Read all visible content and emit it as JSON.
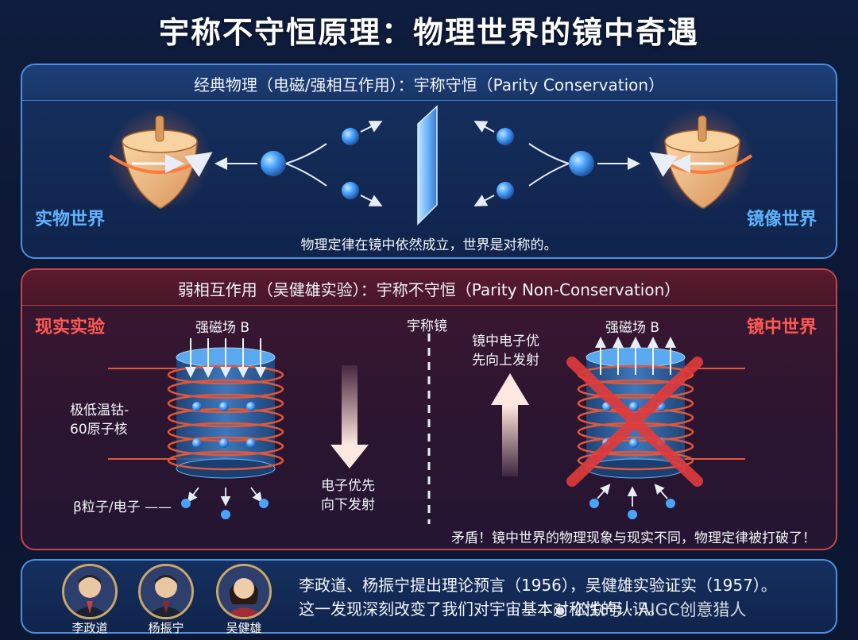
{
  "title": "宇称不守恒原理：物理世界的镜中奇遇",
  "classical": {
    "header": "经典物理（电磁/强相互作用）：宇称守恒（Parity Conservation）",
    "real_world": "实物世界",
    "mirror_world": "镜像世界",
    "caption": "物理定律在镜中依然成立，世界是对称的。"
  },
  "weak": {
    "header": "弱相互作用（吴健雄实验）：宇称不守恒（Parity Non-Conservation）",
    "real_experiment": "现实实验",
    "mirror_world": "镜中世界",
    "field_left": "强磁场 B",
    "field_right": "强磁场 B",
    "mirror_label": "宇称镜",
    "cobalt_line1": "极低温钴-",
    "cobalt_line2": "60原子核",
    "beta_label": "β粒子/电子",
    "down_line1": "电子优先",
    "down_line2": "向下发射",
    "up_line1": "镜中电子优",
    "up_line2": "先向上发射",
    "contradiction": "矛盾！镜中世界的物理现象与现实不同，物理定律被打破了！"
  },
  "history": {
    "people": [
      {
        "name": "李政道"
      },
      {
        "name": "杨振宁"
      },
      {
        "name": "吴健雄"
      }
    ],
    "line1": "李政道、杨振宁提出理论预言（1956），吴健雄实验证实（1957）。",
    "line2": "这一发现深刻改变了我们对宇宙基本对称性的认识。",
    "watermark": "公众号 · AIGC创意猎人"
  },
  "colors": {
    "blue_accent": "#4d8fe0",
    "red_accent": "#c5454a",
    "label_blue": "#5fb4ff",
    "label_red": "#ff5a52",
    "particle": "#4aa3ff",
    "coil": "#e0583a"
  }
}
